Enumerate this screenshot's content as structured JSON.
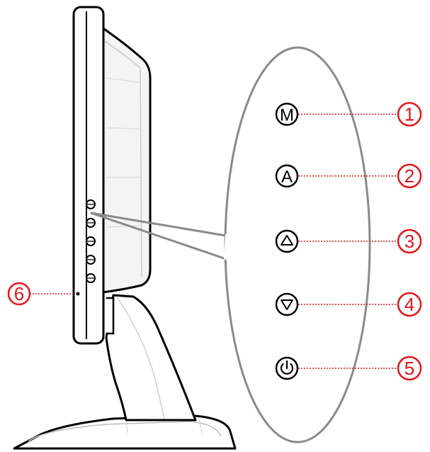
{
  "colors": {
    "callout": "#e8141c",
    "outline": "#000000",
    "panel_gray": "#8a8a8a",
    "bezel": "#ffffff",
    "back_shade": "#f4f4f4",
    "guide": "#c9c9c9"
  },
  "buttons": [
    {
      "id": "menu",
      "label": "M",
      "icon": "menu-letter-icon",
      "callout": "1"
    },
    {
      "id": "auto",
      "label": "A",
      "icon": "auto-letter-icon",
      "callout": "2"
    },
    {
      "id": "up",
      "label": "",
      "icon": "triangle-up-icon",
      "callout": "3"
    },
    {
      "id": "down",
      "label": "",
      "icon": "triangle-down-icon",
      "callout": "4"
    },
    {
      "id": "power",
      "label": "",
      "icon": "power-icon",
      "callout": "5"
    }
  ],
  "led_callout": "6"
}
